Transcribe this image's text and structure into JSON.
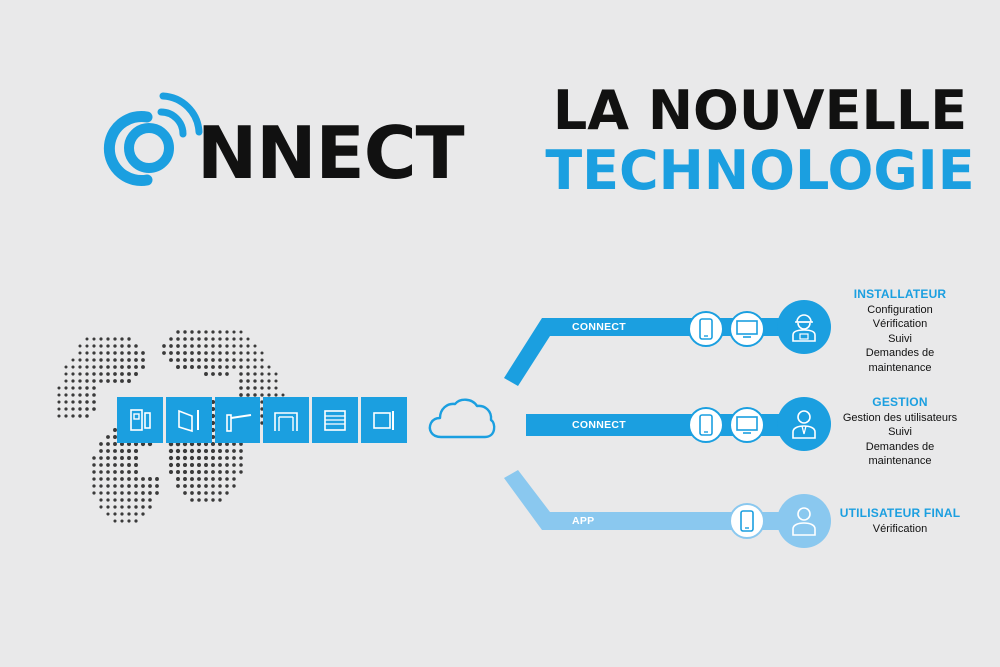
{
  "logo": {
    "word": "NNECT"
  },
  "headline": {
    "line1": "LA NOUVELLE",
    "line2": "TECHNOLOGIE"
  },
  "colors": {
    "accent": "#1b9fe0",
    "accent_light": "#8ac8ef",
    "dark": "#111111",
    "background": "#e9e9ea"
  },
  "devices": [
    {
      "icon": "intercom-icon"
    },
    {
      "icon": "swing-gate-icon"
    },
    {
      "icon": "barrier-icon"
    },
    {
      "icon": "garage-door-icon"
    },
    {
      "icon": "rolling-shutter-icon"
    },
    {
      "icon": "sliding-gate-icon"
    }
  ],
  "cloud": {
    "icon": "cloud-icon"
  },
  "bands": [
    {
      "label": "CONNECT",
      "icons": [
        "smartphone-icon",
        "monitor-icon"
      ],
      "avatar": "installer-icon"
    },
    {
      "label": "CONNECT",
      "icons": [
        "smartphone-icon",
        "monitor-icon"
      ],
      "avatar": "manager-icon"
    },
    {
      "label": "APP",
      "icons": [
        "smartphone-icon"
      ],
      "avatar": "end-user-icon"
    }
  ],
  "roles": [
    {
      "title": "INSTALLATEUR",
      "lines": [
        "Configuration",
        "Vérification",
        "Suivi",
        "Demandes de",
        "maintenance"
      ]
    },
    {
      "title": "GESTION",
      "lines": [
        "Gestion des utilisateurs",
        "Suivi",
        "Demandes de",
        "maintenance"
      ]
    },
    {
      "title": "UTILISATEUR FINAL",
      "lines": [
        "Vérification"
      ]
    }
  ]
}
